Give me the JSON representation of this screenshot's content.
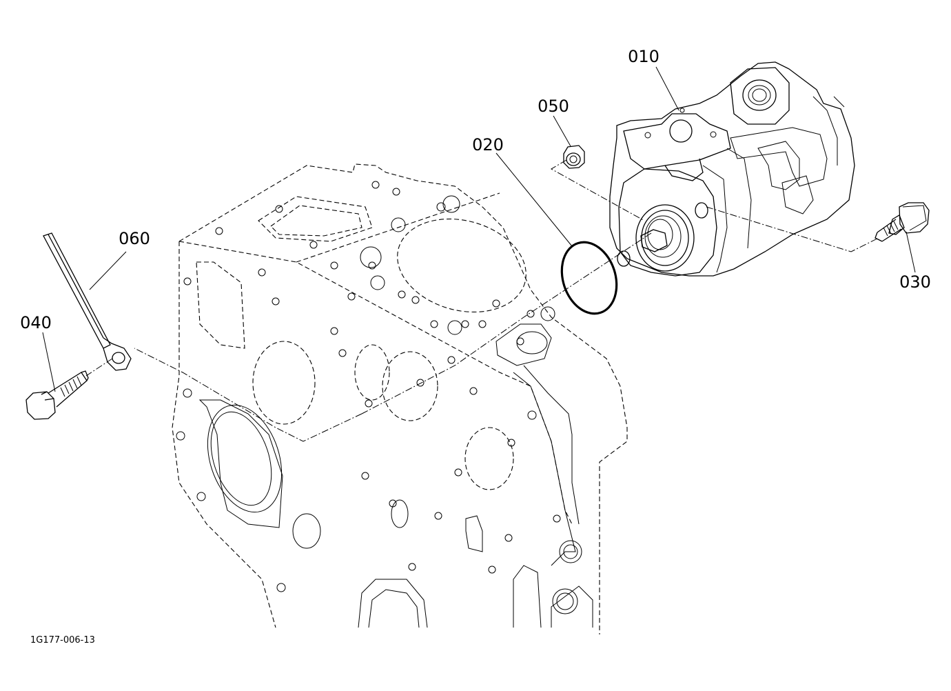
{
  "diagram": {
    "callouts": [
      {
        "id": "010",
        "text": "010"
      },
      {
        "id": "020",
        "text": "020"
      },
      {
        "id": "030",
        "text": "030"
      },
      {
        "id": "040",
        "text": "040"
      },
      {
        "id": "050",
        "text": "050"
      },
      {
        "id": "060",
        "text": "060"
      }
    ],
    "figure_code": "1G177-006-13"
  }
}
